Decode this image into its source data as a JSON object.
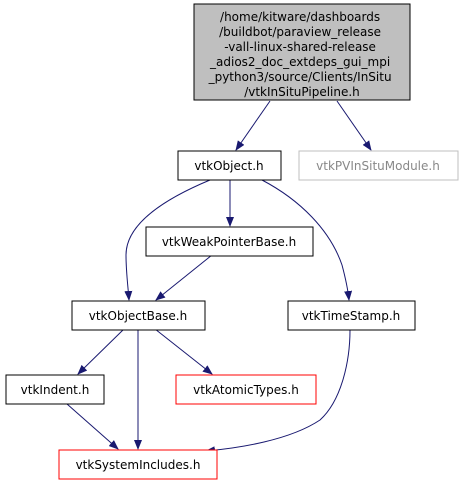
{
  "colors": {
    "edge": "#191970",
    "root_fill": "#bfbfbf",
    "node_border": "#000000",
    "missing_border": "#ff0000",
    "external_border": "#bfbfbf",
    "external_text": "#888888"
  },
  "nodes": {
    "root": {
      "lines": [
        "/home/kitware/dashboards",
        "/buildbot/paraview_release",
        "-vall-linux-shared-release",
        "_adios2_doc_extdeps_gui_mpi",
        "_python3/source/Clients/InSitu",
        "/vtkInSituPipeline.h"
      ]
    },
    "vtk_object": {
      "label": "vtkObject.h"
    },
    "vtk_pv_insitu_module": {
      "label": "vtkPVInSituModule.h"
    },
    "vtk_weak_pointer_base": {
      "label": "vtkWeakPointerBase.h"
    },
    "vtk_object_base": {
      "label": "vtkObjectBase.h"
    },
    "vtk_time_stamp": {
      "label": "vtkTimeStamp.h"
    },
    "vtk_indent": {
      "label": "vtkIndent.h"
    },
    "vtk_atomic_types": {
      "label": "vtkAtomicTypes.h"
    },
    "vtk_system_includes": {
      "label": "vtkSystemIncludes.h"
    }
  }
}
